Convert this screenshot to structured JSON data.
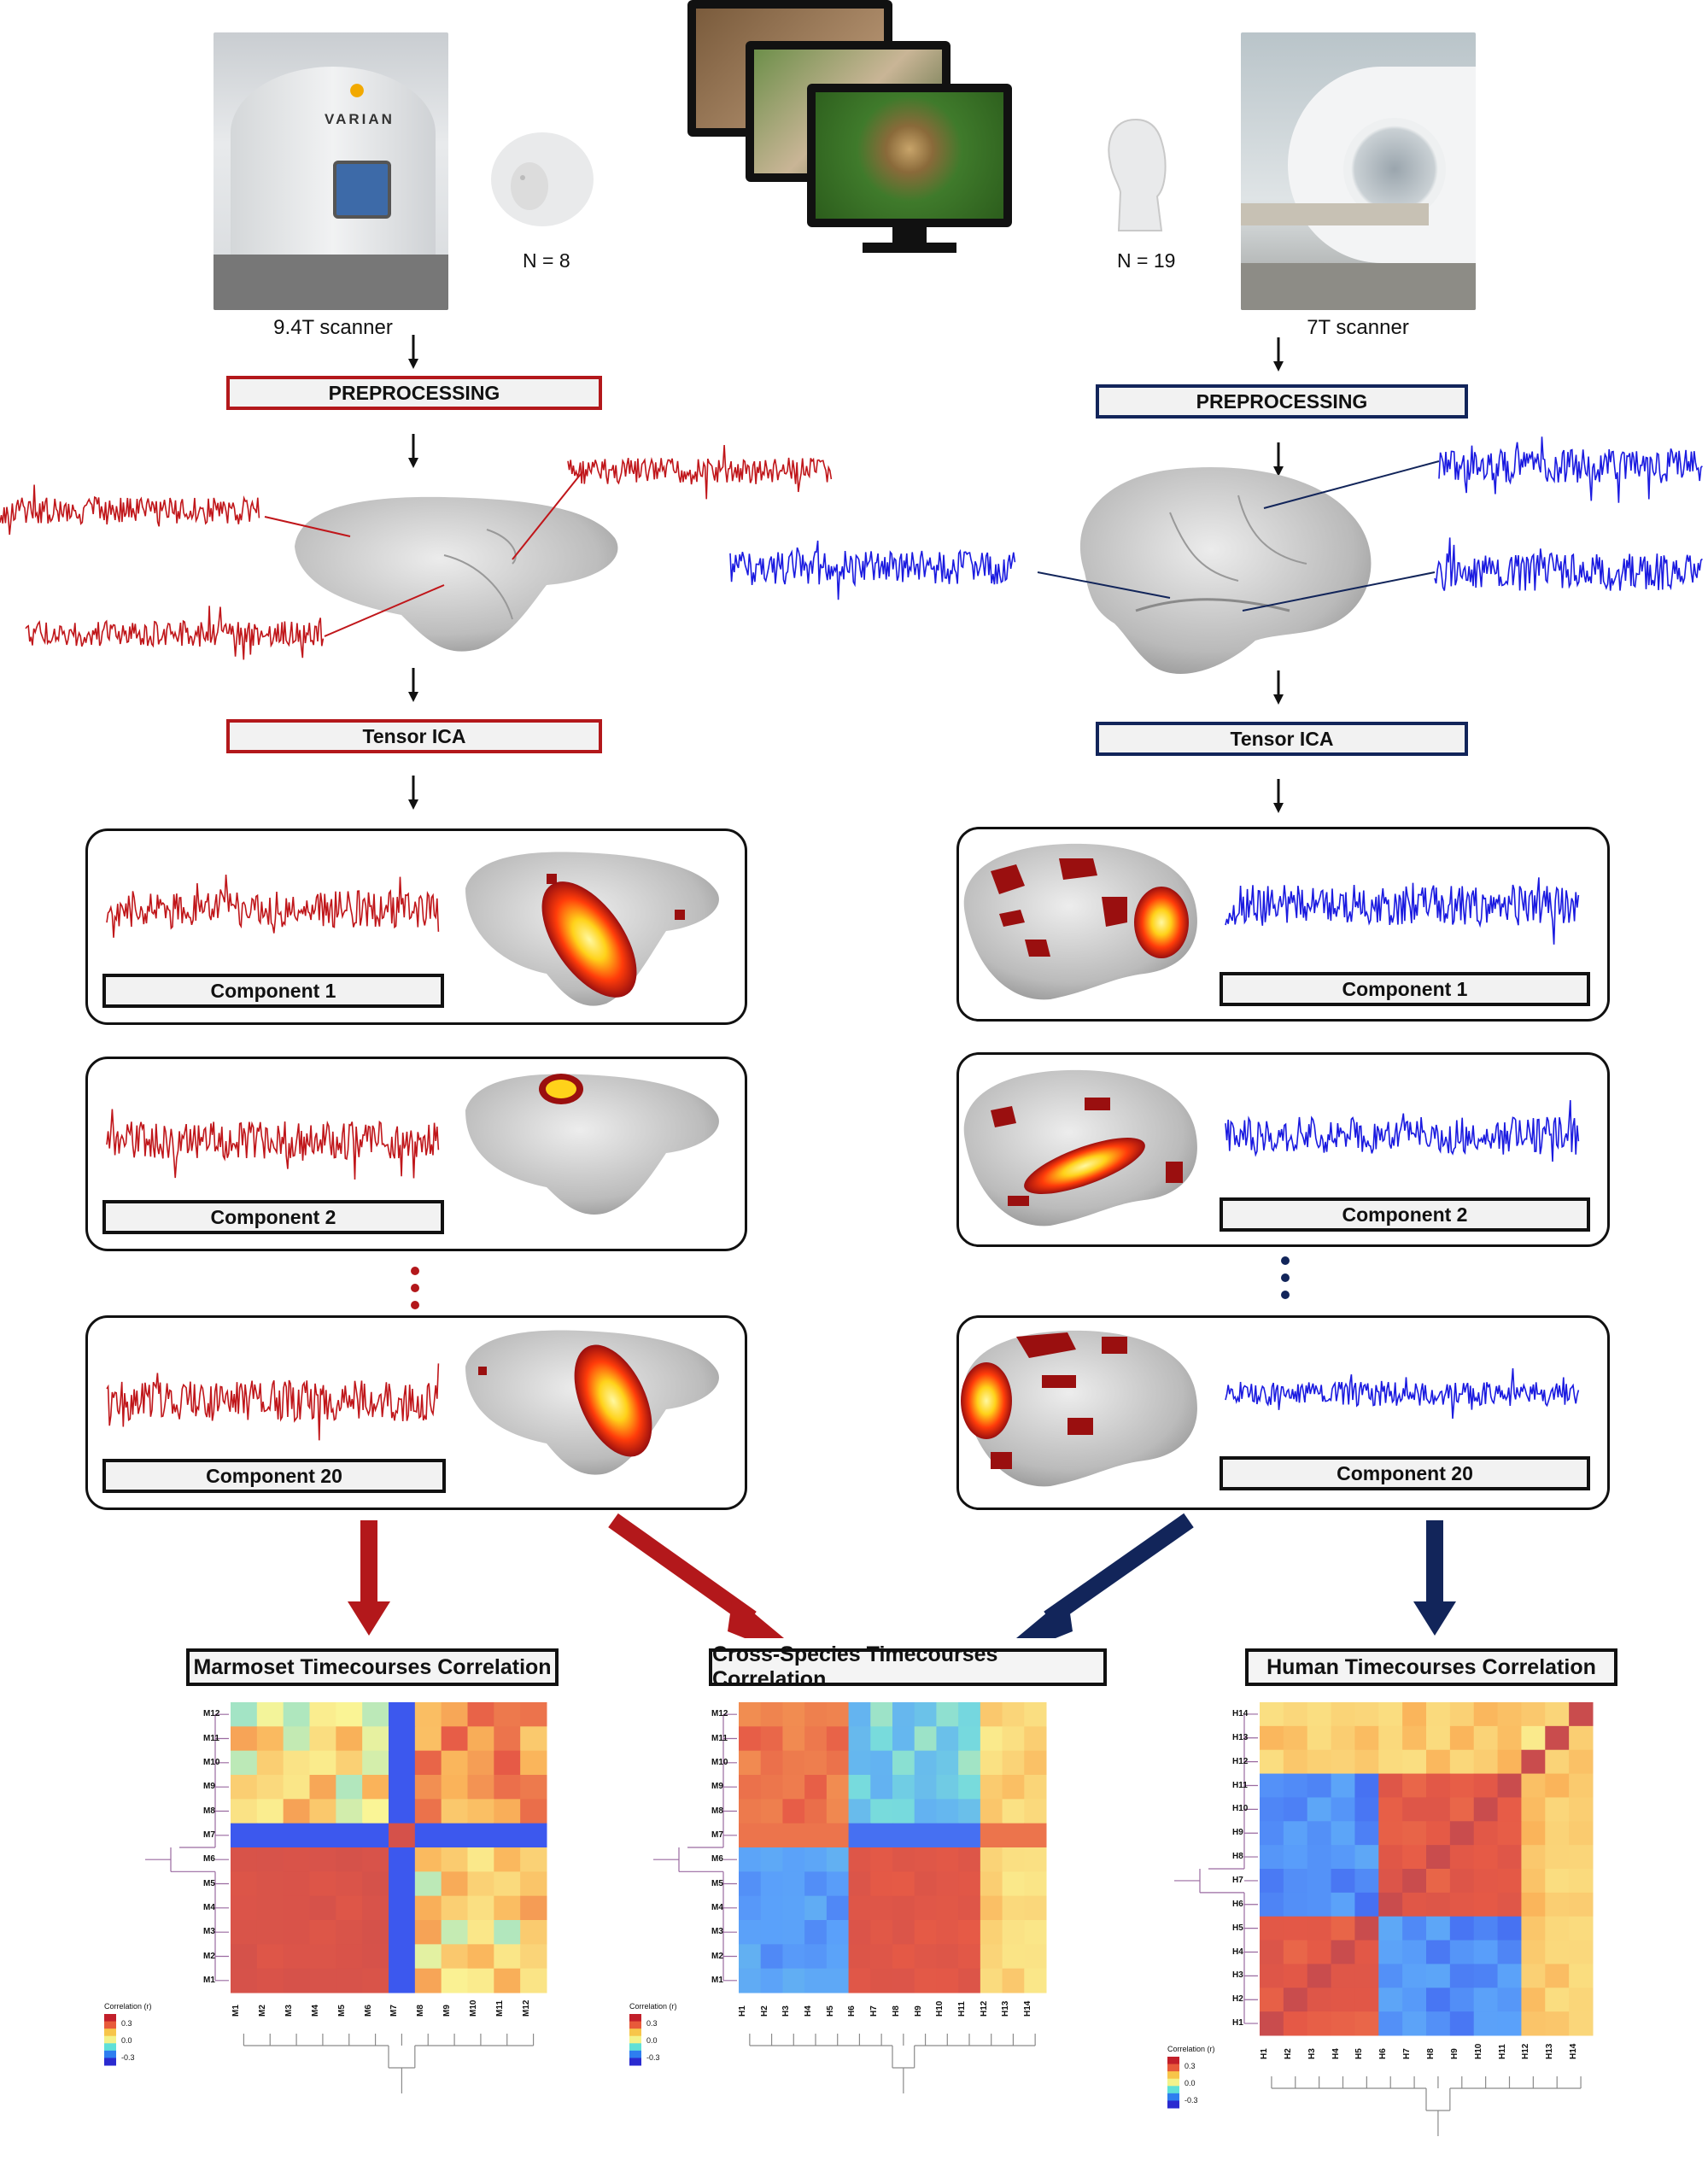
{
  "left": {
    "scanner_label": "9.4T scanner",
    "subject_count": "N = 8",
    "preprocessing": "PREPROCESSING",
    "tensor_ica": "Tensor ICA",
    "components": [
      "Component 1",
      "Component 2",
      "Component 20"
    ],
    "scanner_brand": "VARIAN"
  },
  "right": {
    "scanner_label": "7T scanner",
    "subject_count": "N = 19",
    "preprocessing": "PREPROCESSING",
    "tensor_ica": "Tensor ICA",
    "components": [
      "Component 1",
      "Component 2",
      "Component 20"
    ]
  },
  "matrices": {
    "marmoset": {
      "title": "Marmoset Timecourses Correlation",
      "rows": [
        "M12",
        "M11",
        "M10",
        "M9",
        "M8",
        "M7",
        "M6",
        "M5",
        "M4",
        "M3",
        "M2",
        "M1"
      ],
      "cols": [
        "M1",
        "M2",
        "M3",
        "M4",
        "M5",
        "M6",
        "M7",
        "M8",
        "M9",
        "M10",
        "M11",
        "M12"
      ]
    },
    "cross": {
      "title": "Cross-Species Timecourses Correlation",
      "rows": [
        "M12",
        "M11",
        "M10",
        "M9",
        "M8",
        "M7",
        "M6",
        "M5",
        "M4",
        "M3",
        "M2",
        "M1"
      ],
      "cols": [
        "H1",
        "H2",
        "H3",
        "H4",
        "H5",
        "H6",
        "H7",
        "H8",
        "H9",
        "H10",
        "H11",
        "H12",
        "H13",
        "H14"
      ]
    },
    "human": {
      "title": "Human Timecourses Correlation",
      "rows": [
        "H14",
        "H13",
        "H12",
        "H11",
        "H10",
        "H9",
        "H8",
        "H7",
        "H6",
        "H5",
        "H4",
        "H3",
        "H2",
        "H1"
      ],
      "cols": [
        "H1",
        "H2",
        "H3",
        "H4",
        "H5",
        "H6",
        "H7",
        "H8",
        "H9",
        "H10",
        "H11",
        "H12",
        "H13",
        "H14"
      ]
    },
    "colorbar": {
      "title": "Correlation (r)",
      "ticks": [
        "0.3",
        "0.0",
        "-0.3"
      ]
    }
  },
  "colors": {
    "marmoset_red": "#b3181b",
    "human_navy": "#12255a",
    "cross_purple": "#7a3aa0",
    "signal_red": "#c0161a",
    "signal_blue": "#1a1ae0"
  }
}
